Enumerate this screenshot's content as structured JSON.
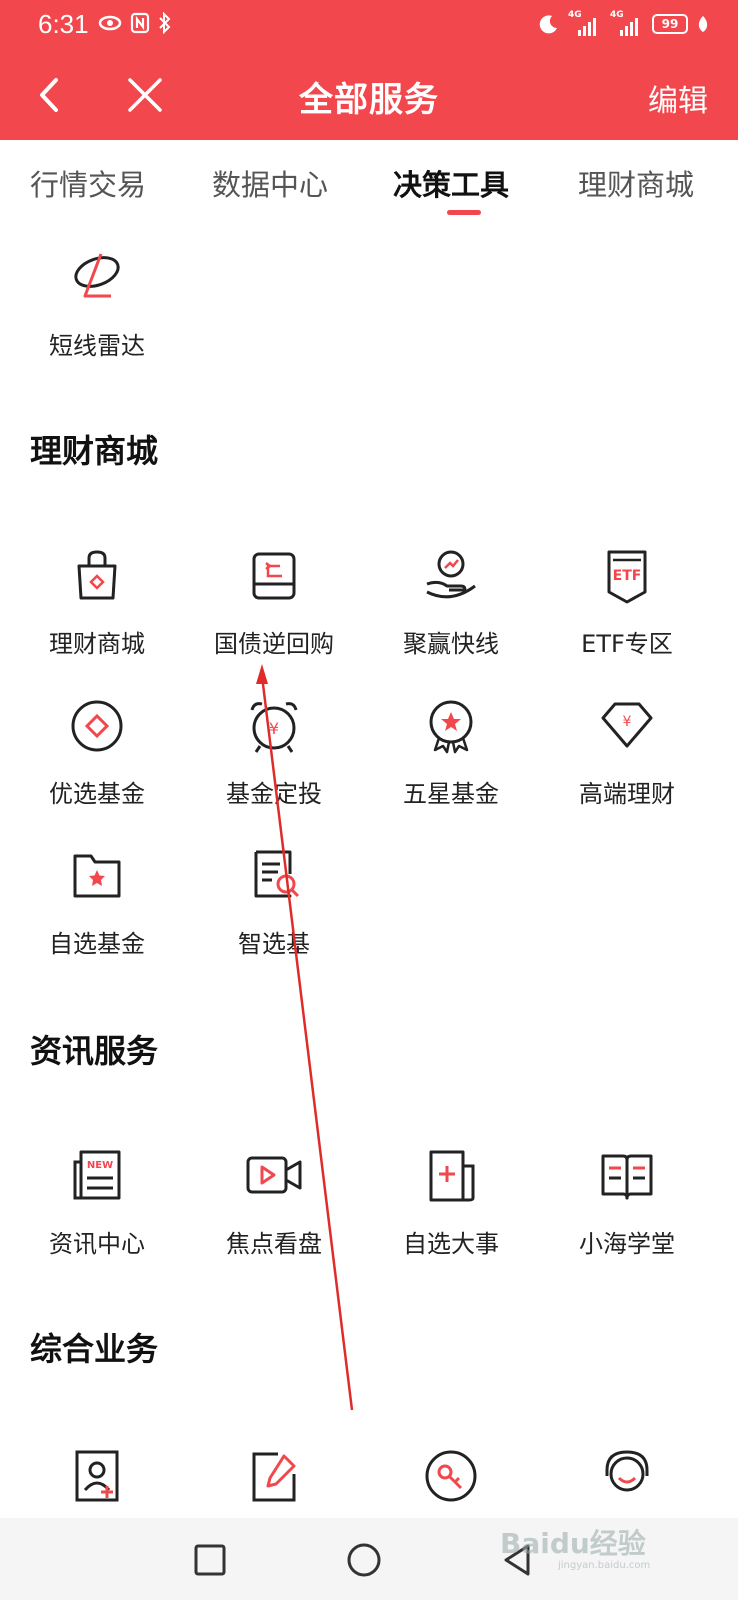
{
  "status_bar": {
    "time": "6:31",
    "battery": "99",
    "network_1": "4G",
    "network_2": "4G"
  },
  "header": {
    "title": "全部服务",
    "edit_label": "编辑"
  },
  "tabs": [
    {
      "label": "行情交易",
      "active": false
    },
    {
      "label": "数据中心",
      "active": false
    },
    {
      "label": "决策工具",
      "active": true
    },
    {
      "label": "理财商城",
      "active": false
    }
  ],
  "decision_tools": {
    "items": [
      {
        "label": "短线雷达",
        "icon": "radar-icon"
      }
    ]
  },
  "sections": {
    "wealth_mall": {
      "title": "理财商城",
      "items": [
        {
          "label": "理财商城",
          "icon": "shopping-bag-icon"
        },
        {
          "label": "国债逆回购",
          "icon": "repo-box-icon"
        },
        {
          "label": "聚赢快线",
          "icon": "hand-coin-icon"
        },
        {
          "label": "ETF专区",
          "icon": "etf-badge-icon",
          "icon_text": "ETF"
        },
        {
          "label": "优选基金",
          "icon": "diamond-circle-icon"
        },
        {
          "label": "基金定投",
          "icon": "alarm-clock-icon",
          "icon_text": "¥"
        },
        {
          "label": "五星基金",
          "icon": "star-medal-icon"
        },
        {
          "label": "高端理财",
          "icon": "diamond-gem-icon",
          "icon_text": "¥"
        },
        {
          "label": "自选基金",
          "icon": "star-folder-icon"
        },
        {
          "label": "智选基",
          "icon": "document-search-icon"
        }
      ]
    },
    "news": {
      "title": "资讯服务",
      "items": [
        {
          "label": "资讯中心",
          "icon": "newspaper-icon",
          "icon_text": "NEW"
        },
        {
          "label": "焦点看盘",
          "icon": "video-camera-icon"
        },
        {
          "label": "自选大事",
          "icon": "add-document-icon"
        },
        {
          "label": "小海学堂",
          "icon": "open-book-icon"
        }
      ]
    },
    "general": {
      "title": "综合业务",
      "items": [
        {
          "label": "",
          "icon": "id-card-icon"
        },
        {
          "label": "",
          "icon": "edit-note-icon"
        },
        {
          "label": "",
          "icon": "key-coin-icon"
        },
        {
          "label": "",
          "icon": "customer-service-icon"
        }
      ]
    }
  },
  "watermark": {
    "brand": "Baidu经验",
    "url": "jingyan.baidu.com"
  },
  "colors": {
    "accent": "#f2474d",
    "icon_stroke": "#222222"
  }
}
